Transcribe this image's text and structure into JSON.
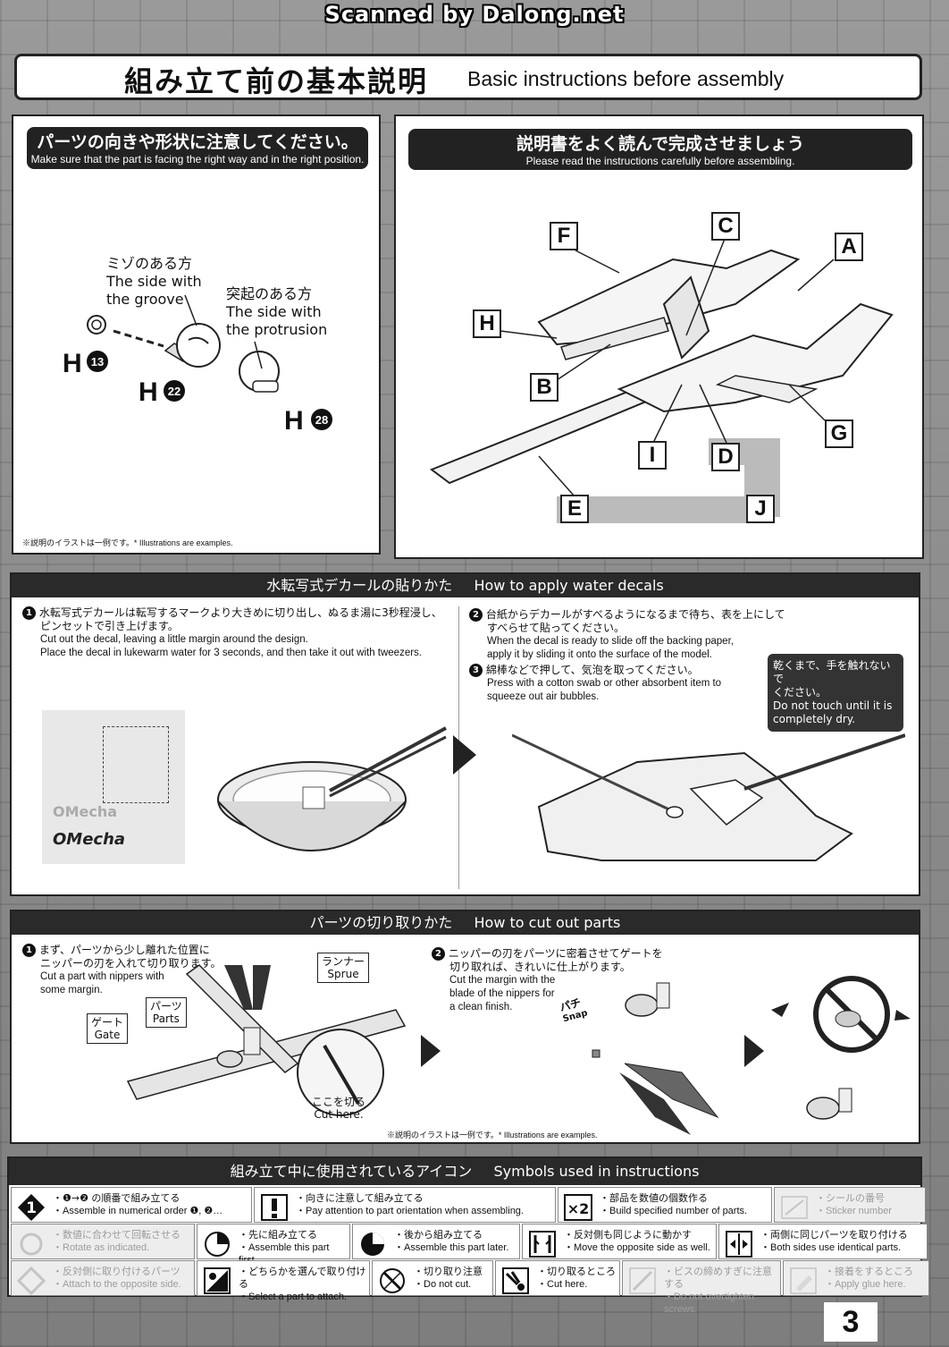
{
  "scan_credit": "Scanned by Dalong.net",
  "header": {
    "title_jp": "組み立て前の基本説明",
    "title_en": "Basic instructions before assembly"
  },
  "orientation_panel": {
    "title_jp": "パーツの向きや形状に注意してください。",
    "title_en": "Make sure that the part is facing the right way and in the right position.",
    "groove_jp": "ミゾのある方",
    "groove_en_1": "The side with",
    "groove_en_2": "the groove",
    "protrusion_jp": "突起のある方",
    "protrusion_en_1": "The side with",
    "protrusion_en_2": "the protrusion",
    "parts": [
      {
        "letter": "H",
        "num": "13"
      },
      {
        "letter": "H",
        "num": "22"
      },
      {
        "letter": "H",
        "num": "28"
      }
    ],
    "note": "※説明のイラストは一例です。* Illustrations are examples."
  },
  "read_panel": {
    "title_jp": "説明書をよく読んで完成させましょう",
    "title_en": "Please read the instructions carefully before assembling.",
    "letters": [
      "F",
      "C",
      "A",
      "H",
      "B",
      "G",
      "I",
      "D",
      "E",
      "J"
    ]
  },
  "decals": {
    "title_jp": "水転写式デカールの貼りかた",
    "title_en": "How to apply water decals",
    "step1_num": "1",
    "step1_jp_1": "水転写式デカールは転写するマークより大きめに切り出し、ぬるま湯に3秒程浸し、",
    "step1_jp_2": "ピンセットで引き上げます。",
    "step1_en_1": "Cut out the decal, leaving a little margin around the design.",
    "step1_en_2": "Place the decal in lukewarm water for 3 seconds, and then take it out with tweezers.",
    "step2_num": "2",
    "step2_jp_1": "台紙からデカールがすべるようになるまで待ち、表を上にして",
    "step2_jp_2": "すべらせて貼ってください。",
    "step2_en_1": "When the decal is ready to slide off the backing paper,",
    "step2_en_2": "apply it by sliding it onto the surface of the model.",
    "step3_num": "3",
    "step3_jp": "綿棒などで押して、気泡を取ってください。",
    "step3_en_1": "Press with a cotton swab or other absorbent item to",
    "step3_en_2": "squeeze out air bubbles.",
    "warn_jp": "乾くまで、手を触れないで",
    "warn_jp_2": "ください。",
    "warn_en_1": "Do not touch until it is",
    "warn_en_2": "completely dry.",
    "brand_1": "OMecha",
    "brand_2": "OMecha"
  },
  "cutting": {
    "title_jp": "パーツの切り取りかた",
    "title_en": "How to cut out parts",
    "step1_num": "1",
    "step1_jp_1": "まず、パーツから少し離れた位置に",
    "step1_jp_2": "ニッパーの刃を入れて切り取ります。",
    "step1_en_1": "Cut a part with nippers with",
    "step1_en_2": "some margin.",
    "step2_num": "2",
    "step2_jp_1": "ニッパーの刃をパーツに密着させてゲートを",
    "step2_jp_2": "切り取れば、きれいに仕上がります。",
    "step2_en_1": "Cut the margin with the",
    "step2_en_2": "blade of the nippers for",
    "step2_en_3": "a clean finish.",
    "runner_jp": "ランナー",
    "runner_en": "Sprue",
    "parts_jp": "パーツ",
    "parts_en": "Parts",
    "gate_jp": "ゲート",
    "gate_en": "Gate",
    "cut_here_jp": "ここを切る",
    "cut_here_en": "Cut here.",
    "snap_jp": "パチ",
    "snap_en": "Snap",
    "note": "※説明のイラストは一例です。* Illustrations are examples."
  },
  "symbols": {
    "title_jp": "組み立て中に使用されているアイコン",
    "title_en": "Symbols used in instructions",
    "items": [
      {
        "icon": "numbered-order-icon",
        "jp": "・❶→❷ の順番で組み立てる",
        "en": "・Assemble in numerical order ❶, ❷…",
        "faded": false
      },
      {
        "icon": "attention-icon",
        "jp": "・向きに注意して組み立てる",
        "en": "・Pay attention to part orientation when assembling.",
        "faded": false
      },
      {
        "icon": "multiply-2-icon",
        "jp": "・部品を数値の個数作る",
        "en": "・Build specified number of parts.",
        "faded": false
      },
      {
        "icon": "sticker-number-icon",
        "jp": "・シールの番号",
        "en": "・Sticker number",
        "faded": true
      },
      {
        "icon": "rotate-icon",
        "jp": "・数値に合わせて回転させる",
        "en": "・Rotate as indicated.",
        "faded": true
      },
      {
        "icon": "assemble-first-icon",
        "jp": "・先に組み立てる",
        "en": "・Assemble this part first.",
        "faded": false
      },
      {
        "icon": "assemble-later-icon",
        "jp": "・後から組み立てる",
        "en": "・Assemble this part later.",
        "faded": false
      },
      {
        "icon": "move-opposite-icon",
        "jp": "・反対側も同じように動かす",
        "en": "・Move the opposite side as well.",
        "faded": false
      },
      {
        "icon": "both-sides-icon",
        "jp": "・両側に同じパーツを取り付ける",
        "en": "・Both sides use identical parts.",
        "faded": false
      },
      {
        "icon": "attach-opposite-icon",
        "jp": "・反対側に取り付けるパーツ",
        "en": "・Attach to the opposite side.",
        "faded": true
      },
      {
        "icon": "select-part-icon",
        "jp": "・どちらかを選んで取り付ける",
        "en": "・Select a part to attach.",
        "faded": false
      },
      {
        "icon": "do-not-cut-icon",
        "jp": "・切り取り注意",
        "en": "・Do not cut.",
        "faded": false
      },
      {
        "icon": "cut-here-icon",
        "jp": "・切り取るところ",
        "en": "・Cut here.",
        "faded": false
      },
      {
        "icon": "overtighten-icon",
        "jp": "・ビスの締めすぎに注意する",
        "en": "・Do not overtighten screws.",
        "faded": true
      },
      {
        "icon": "apply-glue-icon",
        "jp": "・接着をするところ",
        "en": "・Apply glue here.",
        "faded": true
      }
    ]
  },
  "page_number": "3"
}
